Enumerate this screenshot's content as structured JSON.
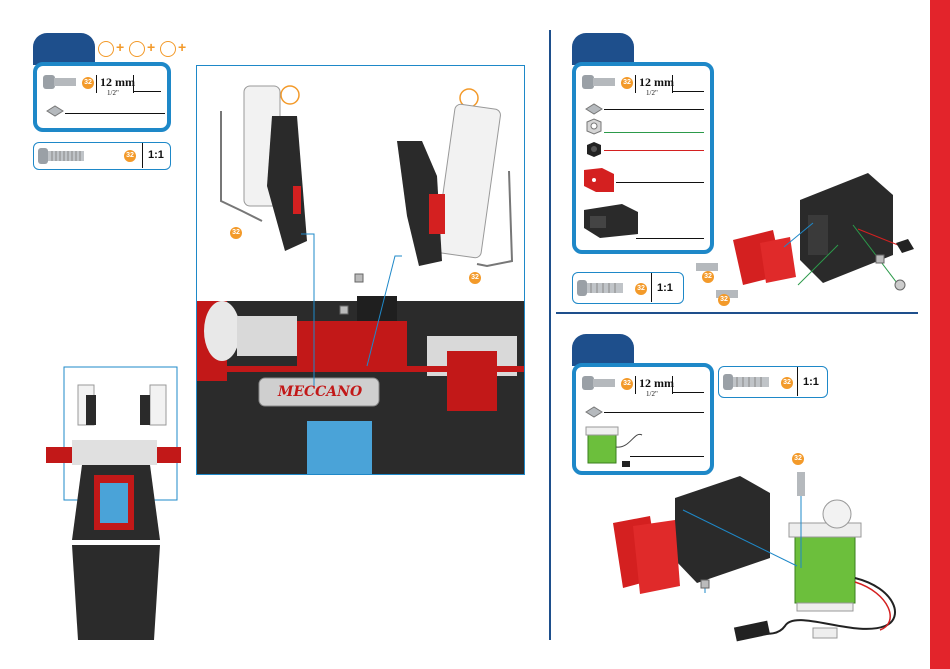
{
  "step1": {
    "bolt_qty": "32",
    "bolt_length": "12 mm",
    "bolt_inch": "1/2\"",
    "scale_qty": "32",
    "scale_ratio": "1:1",
    "callout_qty_left": "32",
    "callout_qty_right": "32"
  },
  "step2": {
    "bolt_qty": "32",
    "bolt_length": "12 mm",
    "bolt_inch": "1/2\"",
    "scale_qty": "32",
    "scale_ratio": "1:1",
    "callout_qty_a": "32",
    "callout_qty_b": "32"
  },
  "step3": {
    "bolt_qty": "32",
    "bolt_length": "12 mm",
    "bolt_inch": "1/2\"",
    "scale_qty": "32",
    "scale_ratio": "1:1",
    "callout_qty": "32"
  },
  "brand_plate": "MECCANO",
  "colors": {
    "accent_blue": "#1e88c8",
    "tab_navy": "#1e4f8c",
    "qty_orange": "#f39a2a",
    "edge_red": "#e3242b"
  }
}
